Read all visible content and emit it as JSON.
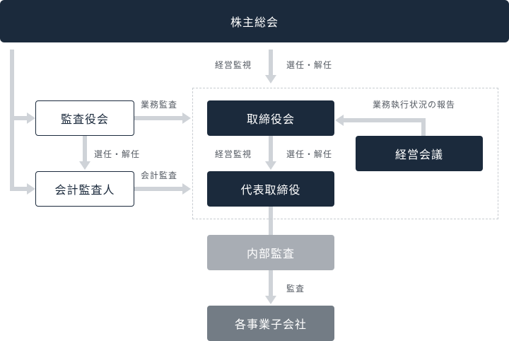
{
  "boxes": {
    "shareholders": "株主総会",
    "audit_board": "監査役会",
    "accounting_auditor": "会計監査人",
    "board": "取締役会",
    "representative": "代表取締役",
    "management_meeting": "経営会議",
    "internal_audit": "内部監査",
    "subsidiaries": "各事業子会社"
  },
  "labels": {
    "top_left": "経営監視",
    "top_right": "選任・解任",
    "business_audit": "業務監査",
    "audit_board_select": "選任・解任",
    "accounting_audit": "会計監査",
    "board_monitor": "経営監視",
    "board_select": "選任・解任",
    "exec_report": "業務執行状況の報告",
    "audit": "監査"
  },
  "colors": {
    "navy": "#1b2a3c",
    "arrow": "#cfd3d8",
    "internal_audit": "#a8adb4",
    "subsidiaries": "#737c85"
  }
}
